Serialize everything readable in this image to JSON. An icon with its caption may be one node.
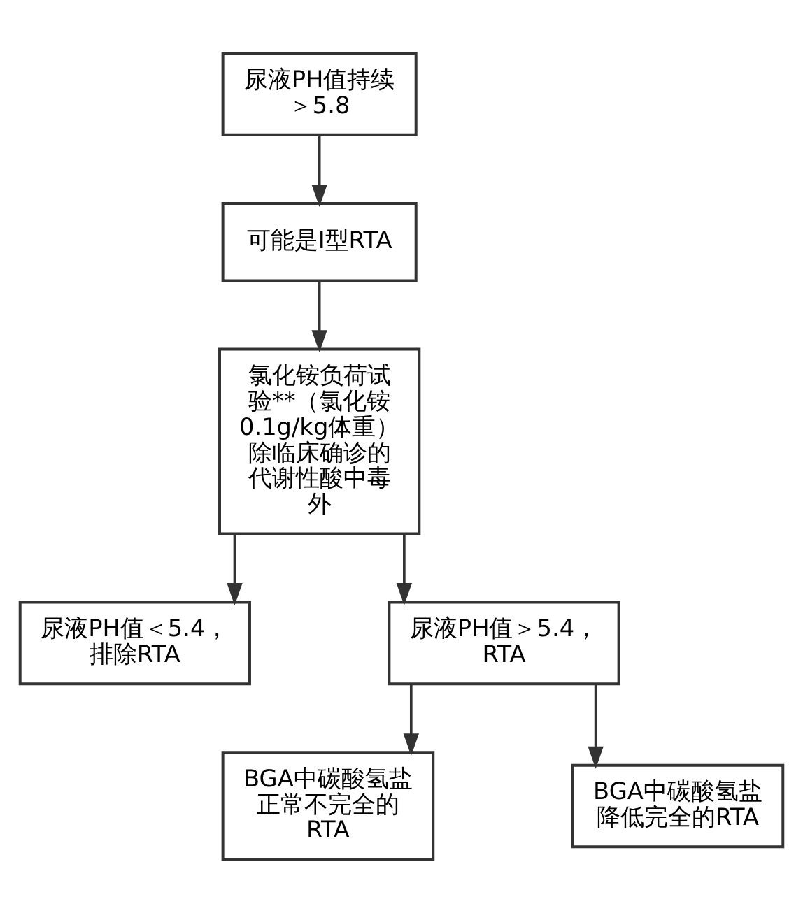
{
  "diagram": {
    "nodes": [
      {
        "text": [
          "尿液PH值持续＞5.8"
        ]
      },
      {
        "text": [
          "可能是I型RTA"
        ]
      },
      {
        "text": [
          "氯化铵负荷试验**（氯化铵0.1g/kg体重）除临床确诊的代谢性酸中毒外"
        ]
      },
      {
        "text": [
          "尿液PH值＜5.4，排除RTA"
        ]
      },
      {
        "text": [
          "尿液PH值＞5.4，RTA"
        ]
      },
      {
        "text": [
          "BGA中碳酸氢盐正常不完全的RTA"
        ]
      },
      {
        "text": [
          "BGA中碳酸氢盐降低完全的RTA"
        ]
      }
    ],
    "edges": [
      {
        "from": 0,
        "to": 1,
        "arrow": "to"
      },
      {
        "from": 1,
        "to": 2,
        "arrow": "to"
      },
      {
        "from": 2,
        "to": 3,
        "arrow": "to"
      },
      {
        "from": 2,
        "to": 4,
        "arrow": "to"
      },
      {
        "from": 4,
        "to": 5,
        "arrow": "to"
      },
      {
        "from": 4,
        "to": 6,
        "arrow": "to"
      }
    ]
  }
}
